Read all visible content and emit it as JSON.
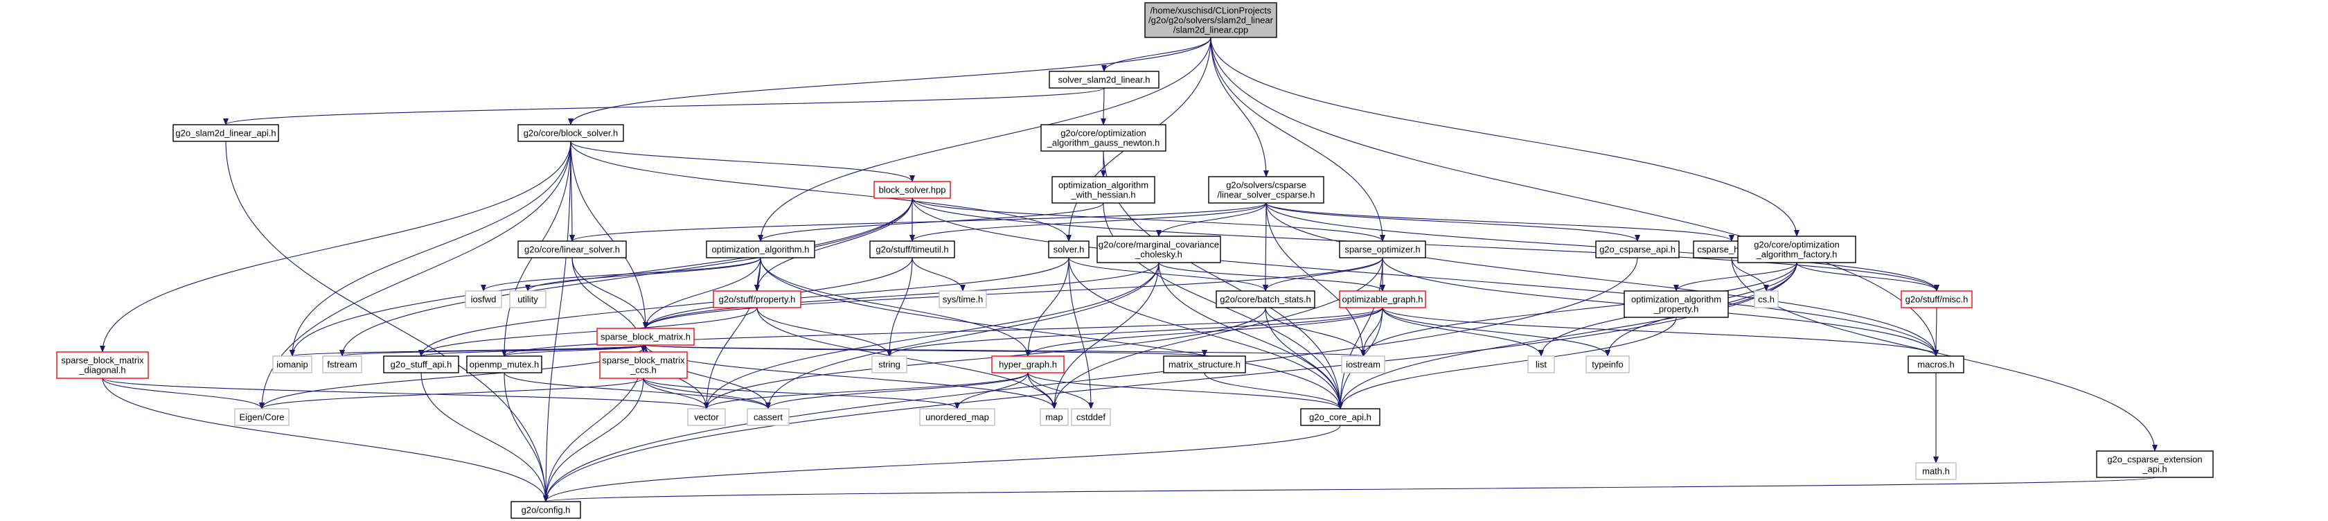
{
  "diagram": {
    "root": "slam2d_linear",
    "colors": {
      "edge": "#191970",
      "root_fill": "#bfbfbf",
      "node_fill": "#ffffff",
      "node_border": "#000000",
      "highlight_border": "#ff0000",
      "external_border": "#bfbfbf",
      "external_text": "#404040",
      "text": "#000000"
    },
    "nodes": {
      "slam2d_linear": {
        "lines": [
          "/home/xuschisd/CLionProjects",
          "/g2o/g2o/solvers/slam2d_linear",
          "/slam2d_linear.cpp"
        ],
        "style": "root"
      },
      "solver_slam2d_linear_h": {
        "lines": [
          "solver_slam2d_linear.h"
        ],
        "style": "normal"
      },
      "g2o_slam2d_linear_api_h": {
        "lines": [
          "g2o_slam2d_linear_api.h"
        ],
        "style": "normal"
      },
      "block_solver_h": {
        "lines": [
          "g2o/core/block_solver.h"
        ],
        "style": "normal"
      },
      "optimization_algorithm_gauss_newton_h": {
        "lines": [
          "g2o/core/optimization",
          "_algorithm_gauss_newton.h"
        ],
        "style": "normal"
      },
      "optimization_algorithm_with_hessian_h": {
        "lines": [
          "optimization_algorithm",
          "_with_hessian.h"
        ],
        "style": "normal"
      },
      "linear_solver_csparse_h": {
        "lines": [
          "g2o/solvers/csparse",
          "/linear_solver_csparse.h"
        ],
        "style": "normal"
      },
      "block_solver_hpp": {
        "lines": [
          "block_solver.hpp"
        ],
        "style": "red"
      },
      "linear_solver_h": {
        "lines": [
          "g2o/core/linear_solver.h"
        ],
        "style": "normal"
      },
      "optimization_algorithm_h": {
        "lines": [
          "optimization_algorithm.h"
        ],
        "style": "normal"
      },
      "timeutil_h": {
        "lines": [
          "g2o/stuff/timeutil.h"
        ],
        "style": "normal"
      },
      "solver_h": {
        "lines": [
          "solver.h"
        ],
        "style": "normal"
      },
      "marginal_covariance_cholesky_h": {
        "lines": [
          "g2o/core/marginal_covariance",
          "_cholesky.h"
        ],
        "style": "normal"
      },
      "sparse_optimizer_h": {
        "lines": [
          "sparse_optimizer.h"
        ],
        "style": "normal"
      },
      "g2o_csparse_api_h": {
        "lines": [
          "g2o_csparse_api.h"
        ],
        "style": "normal"
      },
      "csparse_helper_h": {
        "lines": [
          "csparse_helper.h"
        ],
        "style": "normal"
      },
      "optimization_algorithm_factory_h": {
        "lines": [
          "g2o/core/optimization",
          "_algorithm_factory.h"
        ],
        "style": "normal"
      },
      "sparse_block_matrix_diagonal_h": {
        "lines": [
          "sparse_block_matrix",
          "_diagonal.h"
        ],
        "style": "red"
      },
      "iosfwd": {
        "lines": [
          "iosfwd"
        ],
        "style": "external"
      },
      "utility": {
        "lines": [
          "utility"
        ],
        "style": "external"
      },
      "property_h": {
        "lines": [
          "g2o/stuff/property.h"
        ],
        "style": "red"
      },
      "sys_time_h": {
        "lines": [
          "sys/time.h"
        ],
        "style": "external"
      },
      "batch_stats_h": {
        "lines": [
          "g2o/core/batch_stats.h"
        ],
        "style": "normal"
      },
      "optimizable_graph_h": {
        "lines": [
          "optimizable_graph.h"
        ],
        "style": "red"
      },
      "optimization_algorithm_property_h": {
        "lines": [
          "optimization_algorithm",
          "_property.h"
        ],
        "style": "normal"
      },
      "misc_h": {
        "lines": [
          "g2o/stuff/misc.h"
        ],
        "style": "red"
      },
      "cs_h": {
        "lines": [
          "cs.h"
        ],
        "style": "external"
      },
      "sparse_block_matrix_h": {
        "lines": [
          "sparse_block_matrix.h"
        ],
        "style": "red"
      },
      "iomanip": {
        "lines": [
          "iomanip"
        ],
        "style": "external"
      },
      "fstream": {
        "lines": [
          "fstream"
        ],
        "style": "external"
      },
      "g2o_stuff_api_h": {
        "lines": [
          "g2o_stuff_api.h"
        ],
        "style": "normal"
      },
      "openmp_mutex_h": {
        "lines": [
          "openmp_mutex.h"
        ],
        "style": "normal"
      },
      "sparse_block_matrix_ccs_h": {
        "lines": [
          "sparse_block_matrix",
          "_ccs.h"
        ],
        "style": "red"
      },
      "hyper_graph_h": {
        "lines": [
          "hyper_graph.h"
        ],
        "style": "red"
      },
      "matrix_structure_h": {
        "lines": [
          "matrix_structure.h"
        ],
        "style": "normal"
      },
      "string": {
        "lines": [
          "string"
        ],
        "style": "external"
      },
      "iostream": {
        "lines": [
          "iostream"
        ],
        "style": "external"
      },
      "list": {
        "lines": [
          "list"
        ],
        "style": "external"
      },
      "typeinfo": {
        "lines": [
          "typeinfo"
        ],
        "style": "external"
      },
      "macros_h": {
        "lines": [
          "macros.h"
        ],
        "style": "normal"
      },
      "eigen_core": {
        "lines": [
          "Eigen/Core"
        ],
        "style": "external"
      },
      "vector": {
        "lines": [
          "vector"
        ],
        "style": "external"
      },
      "cassert": {
        "lines": [
          "cassert"
        ],
        "style": "external"
      },
      "unordered_map": {
        "lines": [
          "unordered_map"
        ],
        "style": "external"
      },
      "map": {
        "lines": [
          "map"
        ],
        "style": "external"
      },
      "cstddef": {
        "lines": [
          "cstddef"
        ],
        "style": "external"
      },
      "g2o_core_api_h": {
        "lines": [
          "g2o_core_api.h"
        ],
        "style": "normal"
      },
      "math_h": {
        "lines": [
          "math.h"
        ],
        "style": "external"
      },
      "g2o_csparse_extension_api_h": {
        "lines": [
          "g2o_csparse_extension",
          "_api.h"
        ],
        "style": "normal"
      },
      "config_h": {
        "lines": [
          "g2o/config.h"
        ],
        "style": "normal"
      }
    },
    "edges": [
      [
        "slam2d_linear",
        "solver_slam2d_linear_h"
      ],
      [
        "slam2d_linear",
        "block_solver_h"
      ],
      [
        "slam2d_linear",
        "optimization_algorithm_h"
      ],
      [
        "slam2d_linear",
        "solver_h"
      ],
      [
        "slam2d_linear",
        "linear_solver_csparse_h"
      ],
      [
        "slam2d_linear",
        "sparse_optimizer_h"
      ],
      [
        "slam2d_linear",
        "optimization_algorithm_factory_h"
      ],
      [
        "slam2d_linear",
        "macros_h"
      ],
      [
        "solver_slam2d_linear_h",
        "g2o_slam2d_linear_api_h"
      ],
      [
        "solver_slam2d_linear_h",
        "optimization_algorithm_gauss_newton_h"
      ],
      [
        "g2o_slam2d_linear_api_h",
        "config_h"
      ],
      [
        "optimization_algorithm_gauss_newton_h",
        "optimization_algorithm_with_hessian_h"
      ],
      [
        "optimization_algorithm_gauss_newton_h",
        "g2o_core_api_h"
      ],
      [
        "optimization_algorithm_with_hessian_h",
        "optimization_algorithm_h"
      ],
      [
        "optimization_algorithm_with_hessian_h",
        "g2o_core_api_h"
      ],
      [
        "block_solver_h",
        "solver_h"
      ],
      [
        "block_solver_h",
        "linear_solver_h"
      ],
      [
        "block_solver_h",
        "sparse_block_matrix_h"
      ],
      [
        "block_solver_h",
        "sparse_block_matrix_diagonal_h"
      ],
      [
        "block_solver_h",
        "openmp_mutex_h"
      ],
      [
        "block_solver_h",
        "config_h"
      ],
      [
        "block_solver_h",
        "iomanip"
      ],
      [
        "block_solver_h",
        "eigen_core"
      ],
      [
        "block_solver_h",
        "block_solver_hpp"
      ],
      [
        "block_solver_hpp",
        "sparse_optimizer_h"
      ],
      [
        "block_solver_hpp",
        "timeutil_h"
      ],
      [
        "block_solver_hpp",
        "macros_h"
      ],
      [
        "block_solver_hpp",
        "misc_h"
      ],
      [
        "block_solver_hpp",
        "fstream"
      ],
      [
        "block_solver_hpp",
        "iomanip"
      ],
      [
        "block_solver_hpp",
        "property_h"
      ],
      [
        "linear_solver_csparse_h",
        "linear_solver_h"
      ],
      [
        "linear_solver_csparse_h",
        "marginal_covariance_cholesky_h"
      ],
      [
        "linear_solver_csparse_h",
        "batch_stats_h"
      ],
      [
        "linear_solver_csparse_h",
        "timeutil_h"
      ],
      [
        "linear_solver_csparse_h",
        "g2o_csparse_api_h"
      ],
      [
        "linear_solver_csparse_h",
        "csparse_helper_h"
      ],
      [
        "linear_solver_csparse_h",
        "iostream"
      ],
      [
        "linear_solver_csparse_h",
        "misc_h"
      ],
      [
        "linear_solver_csparse_h",
        "macros_h"
      ],
      [
        "linear_solver_h",
        "sparse_block_matrix_h"
      ],
      [
        "linear_solver_h",
        "sparse_block_matrix_ccs_h"
      ],
      [
        "optimization_algorithm_h",
        "sparse_block_matrix_h"
      ],
      [
        "optimization_algorithm_h",
        "hyper_graph_h"
      ],
      [
        "optimization_algorithm_h",
        "property_h"
      ],
      [
        "optimization_algorithm_h",
        "iosfwd"
      ],
      [
        "optimization_algorithm_h",
        "utility"
      ],
      [
        "optimization_algorithm_h",
        "g2o_core_api_h"
      ],
      [
        "optimization_algorithm_h",
        "vector"
      ],
      [
        "timeutil_h",
        "sys_time_h"
      ],
      [
        "timeutil_h",
        "string"
      ],
      [
        "timeutil_h",
        "g2o_stuff_api_h"
      ],
      [
        "solver_h",
        "hyper_graph_h"
      ],
      [
        "solver_h",
        "batch_stats_h"
      ],
      [
        "solver_h",
        "sparse_block_matrix_h"
      ],
      [
        "solver_h",
        "cstddef"
      ],
      [
        "solver_h",
        "g2o_core_api_h"
      ],
      [
        "marginal_covariance_cholesky_h",
        "optimizable_graph_h"
      ],
      [
        "marginal_covariance_cholesky_h",
        "sparse_block_matrix_h"
      ],
      [
        "marginal_covariance_cholesky_h",
        "g2o_core_api_h"
      ],
      [
        "marginal_covariance_cholesky_h",
        "cassert"
      ],
      [
        "marginal_covariance_cholesky_h",
        "vector"
      ],
      [
        "marginal_covariance_cholesky_h",
        "map"
      ],
      [
        "sparse_optimizer_h",
        "optimizable_graph_h"
      ],
      [
        "sparse_optimizer_h",
        "sparse_block_matrix_h"
      ],
      [
        "sparse_optimizer_h",
        "batch_stats_h"
      ],
      [
        "sparse_optimizer_h",
        "g2o_core_api_h"
      ],
      [
        "sparse_optimizer_h",
        "map"
      ],
      [
        "sparse_optimizer_h",
        "macros_h"
      ],
      [
        "g2o_csparse_api_h",
        "config_h"
      ],
      [
        "csparse_helper_h",
        "cs_h"
      ],
      [
        "csparse_helper_h",
        "g2o_csparse_extension_api_h"
      ],
      [
        "optimization_algorithm_factory_h",
        "optimization_algorithm_property_h"
      ],
      [
        "optimization_algorithm_factory_h",
        "misc_h"
      ],
      [
        "optimization_algorithm_factory_h",
        "list"
      ],
      [
        "optimization_algorithm_factory_h",
        "iostream"
      ],
      [
        "optimization_algorithm_factory_h",
        "typeinfo"
      ],
      [
        "optimization_algorithm_factory_h",
        "g2o_core_api_h"
      ],
      [
        "optimization_algorithm_factory_h",
        "config_h"
      ],
      [
        "sparse_block_matrix_diagonal_h",
        "eigen_core"
      ],
      [
        "sparse_block_matrix_diagonal_h",
        "vector"
      ],
      [
        "sparse_block_matrix_diagonal_h",
        "config_h"
      ],
      [
        "property_h",
        "string"
      ],
      [
        "property_h",
        "map"
      ],
      [
        "property_h",
        "g2o_stuff_api_h"
      ],
      [
        "batch_stats_h",
        "iostream"
      ],
      [
        "batch_stats_h",
        "vector"
      ],
      [
        "batch_stats_h",
        "g2o_core_api_h"
      ],
      [
        "optimizable_graph_h",
        "hyper_graph_h"
      ],
      [
        "optimizable_graph_h",
        "set_placeholder_skip"
      ],
      [
        "optimizable_graph_h",
        "iostream"
      ],
      [
        "optimizable_graph_h",
        "list"
      ],
      [
        "optimizable_graph_h",
        "typeinfo"
      ],
      [
        "optimizable_graph_h",
        "macros_h"
      ],
      [
        "optimizable_graph_h",
        "g2o_core_api_h"
      ],
      [
        "optimizable_graph_h",
        "string"
      ],
      [
        "optimizable_graph_h",
        "openmp_mutex_h"
      ],
      [
        "optimization_algorithm_property_h",
        "g2o_core_api_h"
      ],
      [
        "misc_h",
        "macros_h"
      ],
      [
        "macros_h",
        "math_h"
      ],
      [
        "sparse_block_matrix_h",
        "iomanip"
      ],
      [
        "sparse_block_matrix_h",
        "fstream"
      ],
      [
        "sparse_block_matrix_h",
        "eigen_core"
      ],
      [
        "sparse_block_matrix_h",
        "g2o_stuff_api_h"
      ],
      [
        "sparse_block_matrix_h",
        "openmp_mutex_h"
      ],
      [
        "sparse_block_matrix_h",
        "sparse_block_matrix_ccs_h"
      ],
      [
        "sparse_block_matrix_h",
        "matrix_structure_h"
      ],
      [
        "sparse_block_matrix_h",
        "vector"
      ],
      [
        "sparse_block_matrix_h",
        "cassert"
      ],
      [
        "sparse_block_matrix_h",
        "map"
      ],
      [
        "sparse_block_matrix_h",
        "config_h"
      ],
      [
        "sparse_block_matrix_h",
        "iostream"
      ],
      [
        "g2o_stuff_api_h",
        "config_h"
      ],
      [
        "openmp_mutex_h",
        "config_h"
      ],
      [
        "openmp_mutex_h",
        "cassert"
      ],
      [
        "sparse_block_matrix_ccs_h",
        "eigen_core"
      ],
      [
        "sparse_block_matrix_ccs_h",
        "vector"
      ],
      [
        "sparse_block_matrix_ccs_h",
        "cassert"
      ],
      [
        "sparse_block_matrix_ccs_h",
        "unordered_map"
      ],
      [
        "sparse_block_matrix_ccs_h",
        "config_h"
      ],
      [
        "hyper_graph_h",
        "vector"
      ],
      [
        "hyper_graph_h",
        "cassert"
      ],
      [
        "hyper_graph_h",
        "unordered_map"
      ],
      [
        "hyper_graph_h",
        "map"
      ],
      [
        "hyper_graph_h",
        "cstddef"
      ],
      [
        "hyper_graph_h",
        "g2o_core_api_h"
      ],
      [
        "matrix_structure_h",
        "g2o_core_api_h"
      ],
      [
        "g2o_core_api_h",
        "config_h"
      ],
      [
        "g2o_csparse_extension_api_h",
        "config_h"
      ]
    ]
  }
}
